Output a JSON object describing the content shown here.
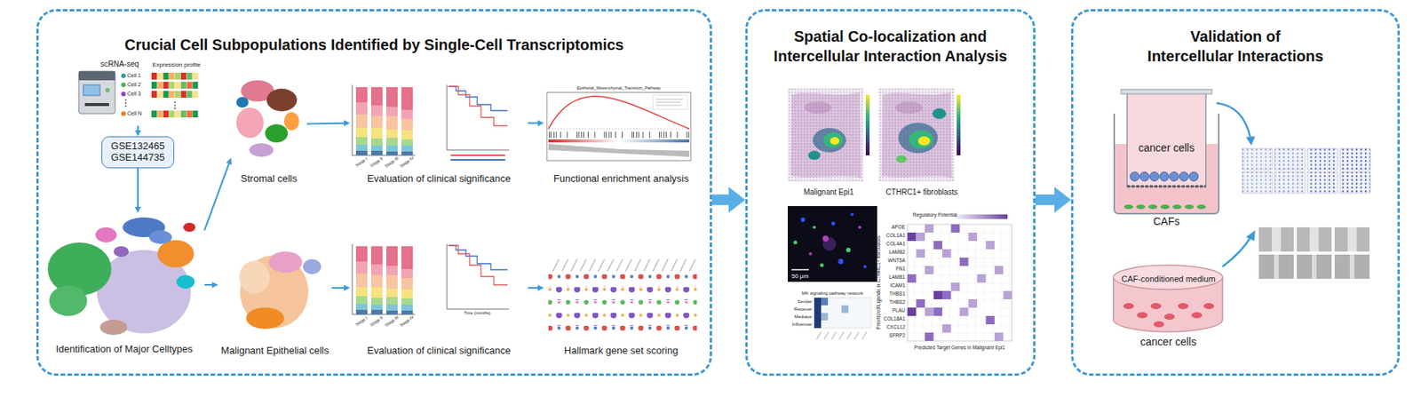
{
  "diagram": {
    "nodes": [
      {
        "text": [
          "Crucial Cell Subpopulations Identified by Single-Cell Transcriptomics"
        ]
      },
      {
        "text": [
          "scRNA-seq"
        ],
        "in": 0
      },
      {
        "text": [
          "GSE132465 GSE144735"
        ],
        "in": 0
      },
      {
        "text": [
          "Identification of Major Celltypes"
        ],
        "in": 0
      },
      {
        "text": [
          "Stromal cells"
        ],
        "in": 0
      },
      {
        "text": [
          "Evaluation of clinical significance"
        ],
        "in": 0
      },
      {
        "text": [
          "Functional enrichment analysis"
        ],
        "in": 0
      },
      {
        "text": [
          "Malignant Epithelial cells"
        ],
        "in": 0
      },
      {
        "text": [
          "Evaluation of clinical significance"
        ],
        "in": 0
      },
      {
        "text": [
          "Hallmark gene set scoring"
        ],
        "in": 0
      },
      {
        "text": [
          "Spatial Co-localization and Intercellular Interaction Analysis"
        ]
      },
      {
        "text": [
          "Malignant Epi1"
        ],
        "in": 10
      },
      {
        "text": [
          "CTHRC1+ fibroblasts"
        ],
        "in": 10
      },
      {
        "text": [
          "Validation of Intercellular Interactions"
        ]
      },
      {
        "text": [
          "cancer cells",
          "CAFs"
        ],
        "in": 13
      },
      {
        "text": [
          "CAF-conditioned medium",
          "cancer cells"
        ],
        "in": 13
      }
    ],
    "edges": [
      {
        "from": 1,
        "to": 2,
        "arrow": "to"
      },
      {
        "from": 2,
        "to": 3,
        "arrow": "to"
      },
      {
        "from": 3,
        "to": 4,
        "arrow": "to"
      },
      {
        "from": 3,
        "to": 7,
        "arrow": "to"
      },
      {
        "from": 4,
        "to": 5,
        "arrow": "to"
      },
      {
        "from": 5,
        "to": 6,
        "arrow": "to"
      },
      {
        "from": 7,
        "to": 8,
        "arrow": "to"
      },
      {
        "from": 8,
        "to": 9,
        "arrow": "to"
      },
      {
        "from": 0,
        "to": 10,
        "arrow": "to"
      },
      {
        "from": 10,
        "to": 13,
        "arrow": "to"
      }
    ],
    "labels": [
      "Expression profile",
      "Cell 1",
      "Cell 2",
      "Cell 3",
      "Cell N",
      "Stage I",
      "Stage II",
      "Stage III",
      "Stage IV",
      "Epithelial_Mesenchymal_Transition_Pathway",
      "Stage I",
      "Stage II",
      "Stage III",
      "Stage IV",
      "Time (months)",
      "50 μm",
      "Regulatory Potential",
      "Prioritized Ligands in CTHRC1+ fibroblasts",
      "Predicted Target Genes in Malignant Epi1",
      "MK signaling pathway network",
      "Sender",
      "Receiver",
      "Mediator",
      "Influencer",
      "APOE",
      "COL1A1",
      "COL4A1",
      "LAMB2",
      "WNT5A",
      "FN1",
      "LAMB1",
      "ICAM1",
      "THBS1",
      "THBS2",
      "PLAU",
      "COL18A1",
      "CXCL12",
      "SFRP2"
    ]
  }
}
